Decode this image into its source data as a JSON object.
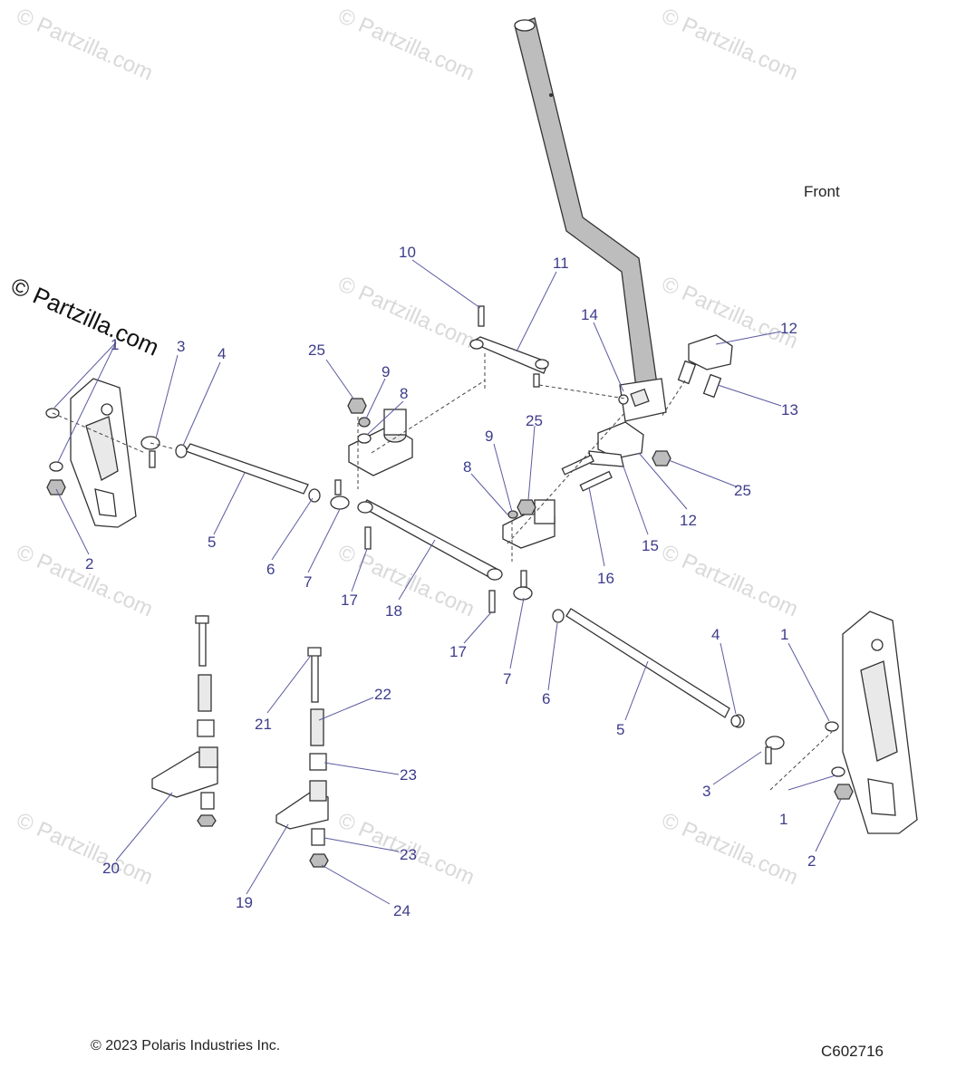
{
  "watermark": {
    "tile_text": "© Partzilla.com",
    "brand_text": "© Partzilla.com"
  },
  "front_label": "Front",
  "footer": {
    "copyright": "© 2023 Polaris Industries Inc.",
    "diagram_code": "C602716"
  },
  "callouts": [
    "1",
    "2",
    "3",
    "4",
    "5",
    "6",
    "7",
    "8",
    "9",
    "10",
    "11",
    "12",
    "13",
    "14",
    "15",
    "16",
    "17",
    "18",
    "19",
    "20",
    "21",
    "22",
    "23",
    "24",
    "25"
  ]
}
